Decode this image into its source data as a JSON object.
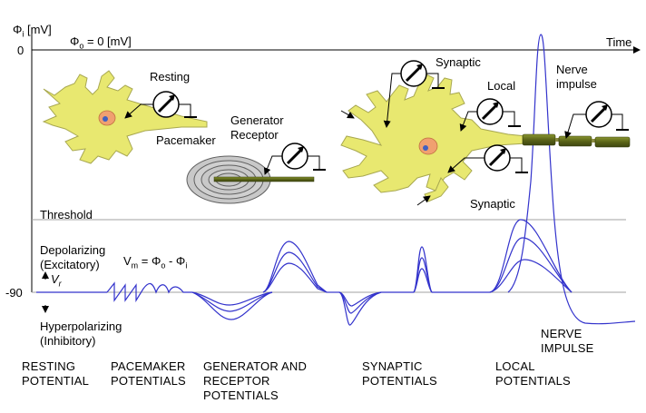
{
  "axis": {
    "y_label": "Φ",
    "y_label_sub": "i",
    "y_label_unit": "[mV]",
    "zero_tick": "0",
    "rest_tick": "-90",
    "x_label": "Time",
    "phi_o_prefix": "Φ",
    "phi_o_sub": "o",
    "phi_o_rest": "= 0 [mV]"
  },
  "labels": {
    "threshold": "Threshold",
    "depolarizing_1": "Depolarizing",
    "depolarizing_2": "(Excitatory)",
    "hyperpolarizing_1": "Hyperpolarizing",
    "hyperpolarizing_2": "(Inhibitory)",
    "vr": "V",
    "vr_sub": "r",
    "vm_formula": {
      "v": "V",
      "v_sub": "m",
      "eq": " = Φ",
      "o_sub": "o",
      "minus": " - Φ",
      "i_sub": "i"
    },
    "resting": "Resting",
    "pacemaker": "Pacemaker",
    "generator": "Generator",
    "receptor": "Receptor",
    "synaptic_top": "Synaptic",
    "local": "Local",
    "nerve": "Nerve",
    "impulse": "impulse",
    "synaptic_bottom": "Synaptic"
  },
  "captions": [
    {
      "lines": [
        "RESTING",
        "POTENTIAL"
      ]
    },
    {
      "lines": [
        "PACEMAKER",
        "POTENTIALS"
      ]
    },
    {
      "lines": [
        "GENERATOR AND",
        "RECEPTOR",
        "POTENTIALS"
      ]
    },
    {
      "lines": [
        "SYNAPTIC",
        "POTENTIALS"
      ]
    },
    {
      "lines": [
        "LOCAL",
        "POTENTIALS"
      ]
    },
    {
      "lines": [
        "NERVE",
        "IMPULSE"
      ]
    }
  ],
  "colors": {
    "trace": "#3333cc",
    "cell_body": "#e8e870",
    "cell_outline": "#a8a850",
    "nucleus": "#f0a070",
    "nucleolus": "#4060c0",
    "axon_segment": "#6e7a22",
    "receptor_rings": "#a0a0a0",
    "grid_line": "#a0a0a0"
  }
}
